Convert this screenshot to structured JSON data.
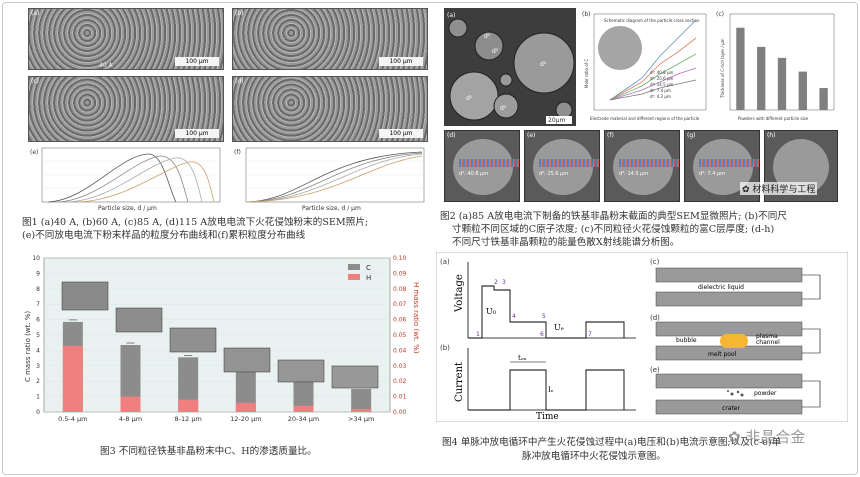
{
  "figure1": {
    "panels": [
      {
        "tag": "(a)",
        "scale": "100 μm",
        "label": "40 A"
      },
      {
        "tag": "(b)",
        "scale": "100 μm",
        "label": ""
      },
      {
        "tag": "(c)",
        "scale": "100 μm",
        "label": ""
      },
      {
        "tag": "(d)",
        "scale": "100 μm",
        "label": ""
      }
    ],
    "plot_e_tag": "(e)",
    "plot_f_tag": "(f)",
    "plot_xlabel": "Particle size, d / μm",
    "caption_line1": "图1 (a)40 A, (b)60 A, (c)85 A, (d)115 A放电电流下火花侵蚀粉末的SEM照片;",
    "caption_line2": "(e)不同放电电流下粉末样品的粒度分布曲线和(f)累积粒度分布曲线"
  },
  "figure2": {
    "tags": [
      "(a)",
      "(b)",
      "(c)",
      "(d)",
      "(e)",
      "(f)",
      "(g)",
      "(h)"
    ],
    "scale": "20μm",
    "particles": [
      "d⁵",
      "d²",
      "d¹",
      "d³",
      "d⁴"
    ],
    "panel_b_title": "Schematic diagram of the particle cross section",
    "panel_b_xlabel": "Electrode material and different regions of the particle",
    "panel_b_ylabel": "Mole ratio of C",
    "panel_b_legend": [
      "d¹: 40.8 μm",
      "d²: 25.6 μm",
      "d³: 14.5 μm",
      "d⁴: 7.4 μm",
      "d⁵: 4.2 μm"
    ],
    "panel_c_ylabel": "Thickness of C-rich layer / μm",
    "panel_c_xlabel": "Powders with different particle size",
    "panel_c_values": [
      0.6,
      0.46,
      0.38,
      0.28,
      0.16
    ],
    "edx_labels": [
      "d¹: 40.8 μm",
      "d²: 25.6 μm",
      "d³: 14.5 μm",
      "d⁴: 7.4 μm"
    ],
    "watermark": "材料科学与工程",
    "caption_line1": "图2 (a)85 A放电电流下制备的铁基非晶粉末截面的典型SEM显微照片; (b)不同尺",
    "caption_line2": "寸颗粒不同区域的C原子浓度; (c)不同粒径火花侵蚀颗粒的富C层厚度; (d-h)",
    "caption_line3": "不同尺寸铁基非晶颗粒的能量色散X射线能谱分析图。"
  },
  "figure3": {
    "chart_data": {
      "type": "bar",
      "categories": [
        "0.5-4 μm",
        "4-8 μm",
        "8-12 μm",
        "12-20 μm",
        "20-34 μm",
        ">34 μm"
      ],
      "series": [
        {
          "name": "C",
          "values": [
            5.85,
            4.35,
            3.55,
            2.6,
            1.95,
            1.5
          ],
          "axis": "left"
        },
        {
          "name": "H",
          "values": [
            0.043,
            0.01,
            0.008,
            0.006,
            0.004,
            0.002
          ],
          "axis": "right"
        }
      ],
      "ylabel": "C mass ratio (wt. %)",
      "y2label": "H mass ratio (wt. %)",
      "ylim": [
        0,
        10
      ],
      "y2lim": [
        0,
        0.1
      ],
      "yticks": [
        "0",
        "1",
        "2",
        "3",
        "4",
        "5",
        "6",
        "7",
        "8",
        "9",
        "10"
      ],
      "y2ticks": [
        "0.00",
        "0.01",
        "0.02",
        "0.03",
        "0.04",
        "0.05",
        "0.06",
        "0.07",
        "0.08",
        "0.09",
        "0.10"
      ],
      "colors": {
        "C": "#8c8c8c",
        "H": "#f08080"
      },
      "legend_position": "top-right"
    },
    "caption": "图3 不同粒径铁基非晶粉末中C、H的渗透质量比。"
  },
  "figure4": {
    "tags": [
      "(a)",
      "(b)",
      "(c)",
      "(d)",
      "(e)"
    ],
    "voltage_label": "Voltage",
    "current_label": "Current",
    "time_label": "Time",
    "u0": "U₀",
    "ue": "Uₑ",
    "ton": "tₒₙ",
    "ie": "Iₑ",
    "pulse_numbers": [
      "1",
      "2",
      "3",
      "4",
      "5",
      "6",
      "7"
    ],
    "c_label": "dielectric liquid",
    "d_labels": [
      "bubble",
      "plasma",
      "channel",
      "melt pool"
    ],
    "e_labels": [
      "powder",
      "crater"
    ],
    "caption_line1": "图4 单脉冲放电循环中产生火花侵蚀过程中(a)电压和(b)电流示意图;以及(c-e)单",
    "caption_line2": "脉冲放电循环中火花侵蚀示意图。"
  },
  "watermark_bottom": "非晶合金"
}
